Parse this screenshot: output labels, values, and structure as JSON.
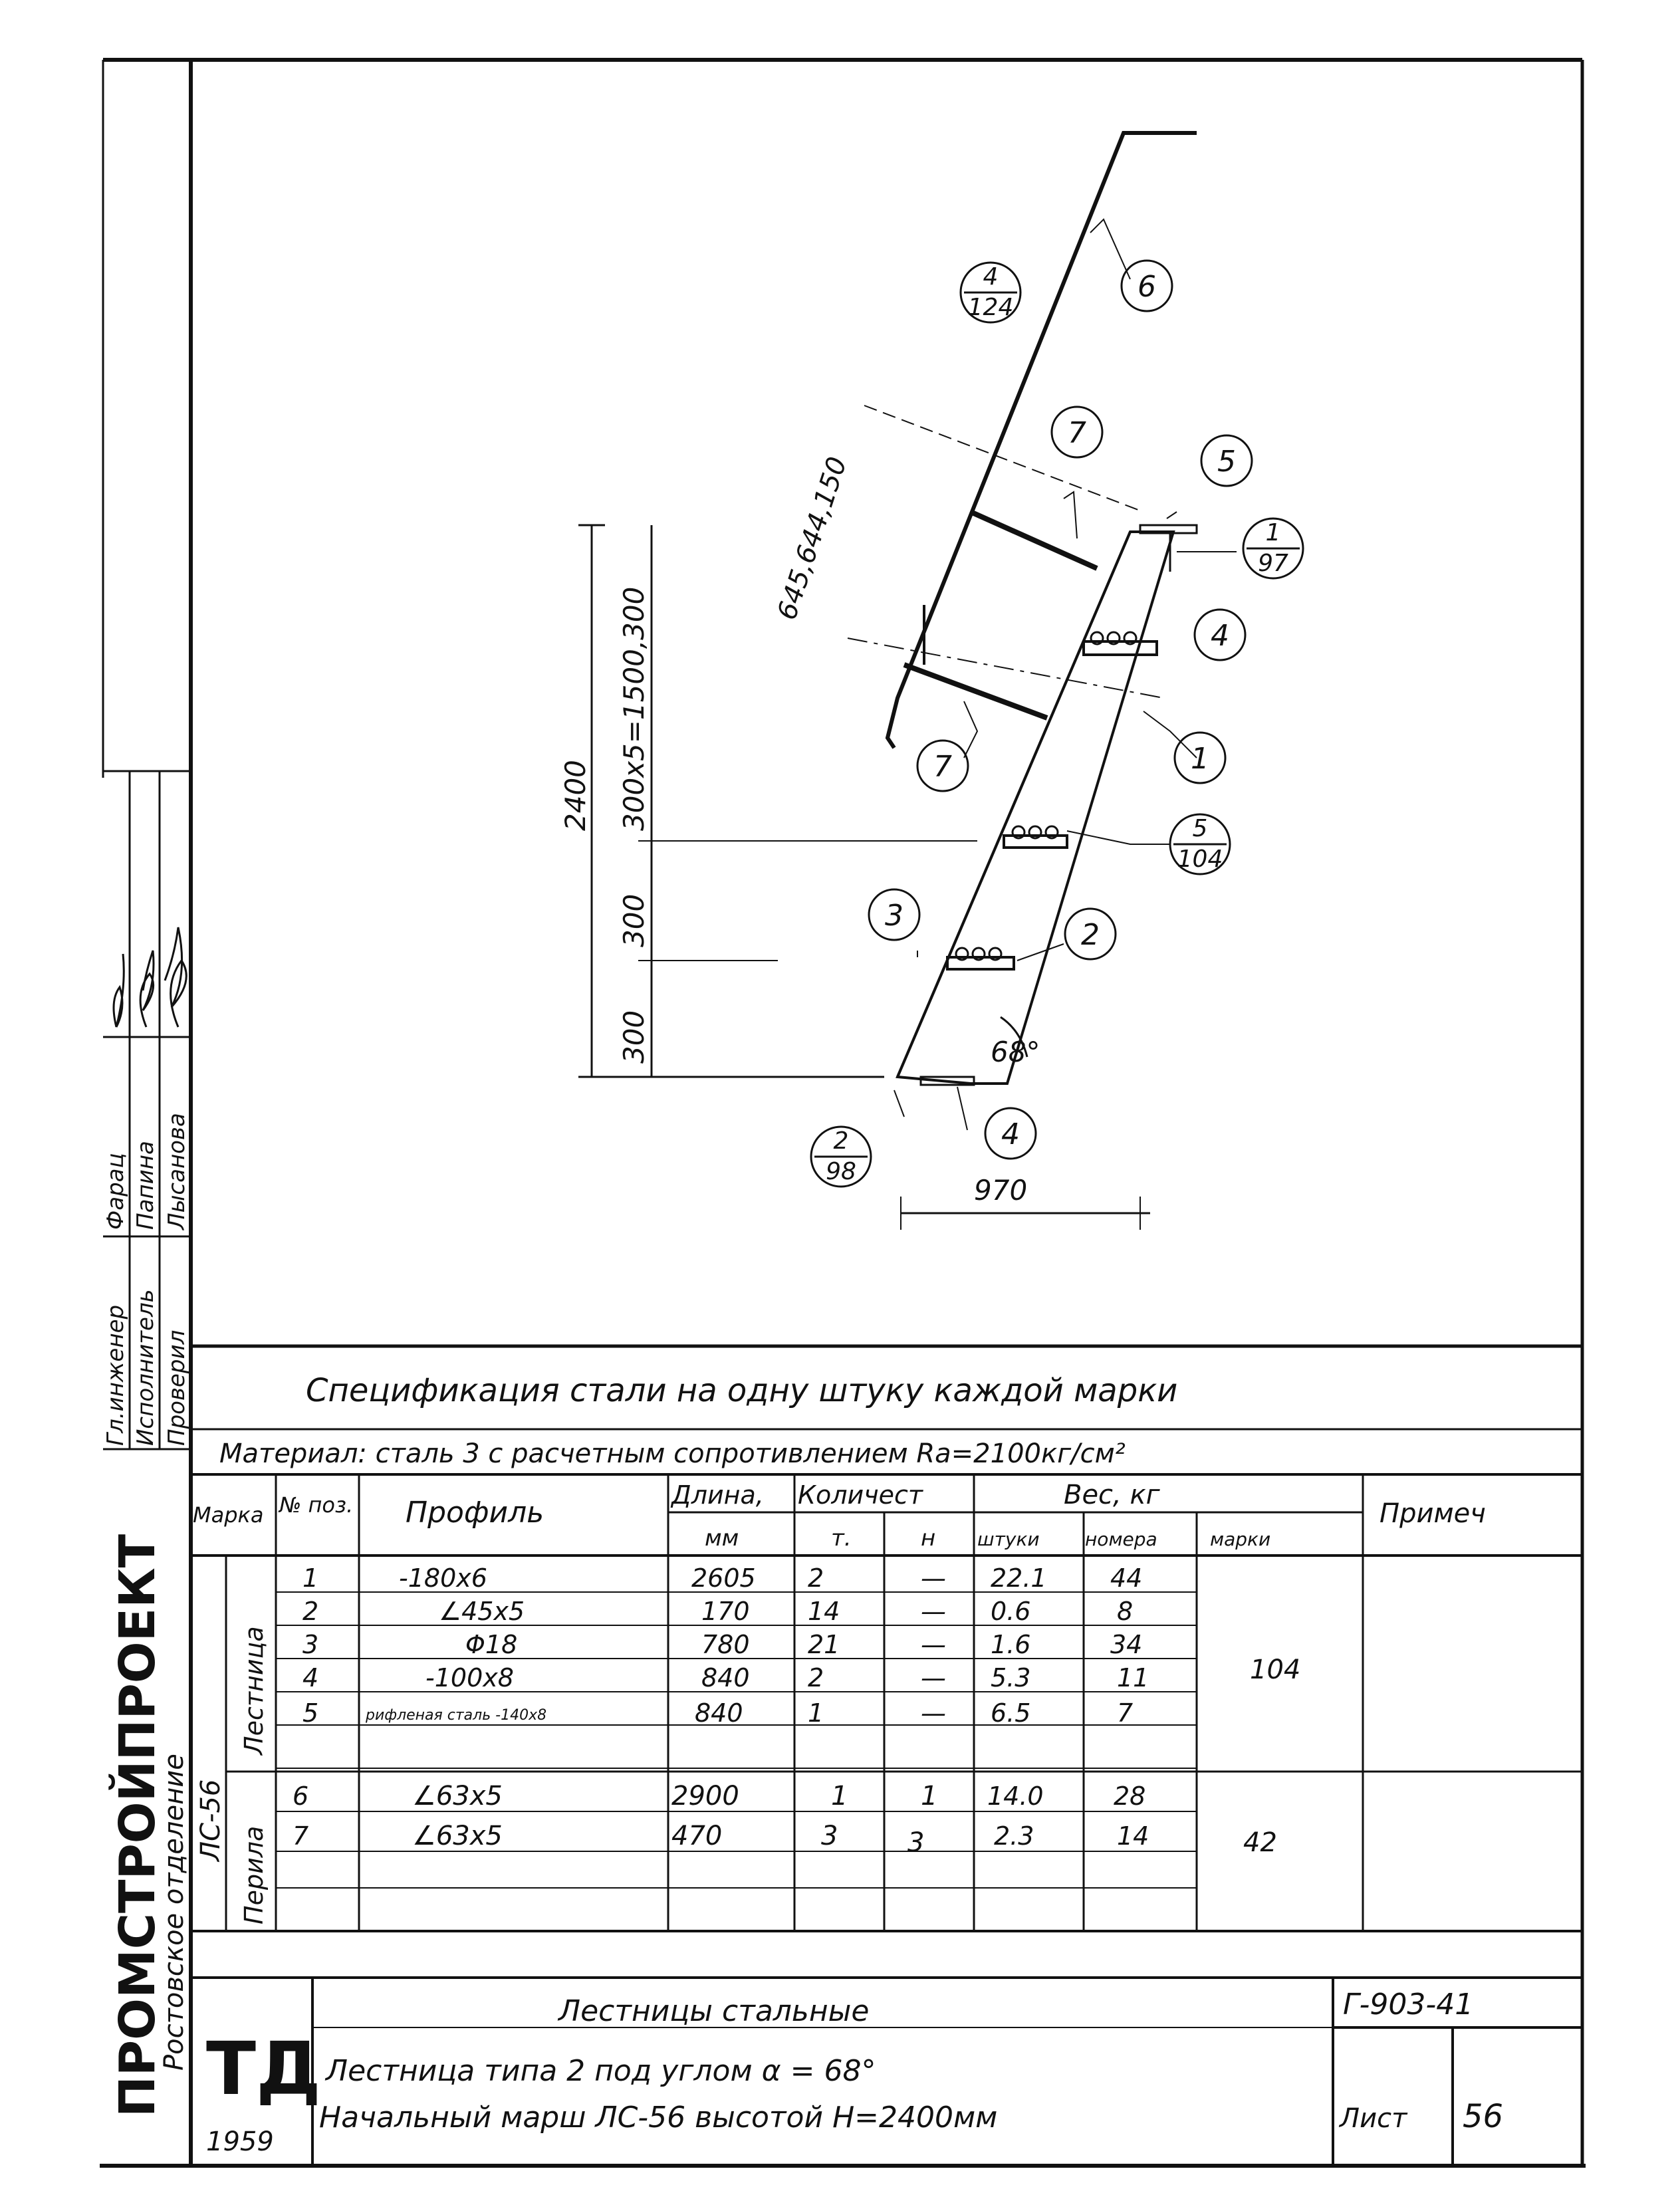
{
  "drawing": {
    "callouts": {
      "c6": "6",
      "c7a": "7",
      "c7b": "7",
      "c5a": "5",
      "c4a": "4",
      "c1": "1",
      "c3": "3",
      "c2": "2",
      "c4b": "4",
      "f_4_124": {
        "num": "4",
        "den": "124"
      },
      "f_1_97": {
        "num": "1",
        "den": "97"
      },
      "f_5_104": {
        "num": "5",
        "den": "104"
      },
      "f_2_98": {
        "num": "2",
        "den": "98"
      }
    },
    "dims": {
      "total_height": "2400",
      "steps": "300x5=1500,300",
      "d300": "300",
      "d800": "300",
      "slope": "645,644,150",
      "angle": "68°",
      "width": "970"
    }
  },
  "spec": {
    "title": "Спецификация стали на одну штуку каждой марки",
    "material": "Материал: сталь 3 с расчетным сопротивлением Rа=2100кг/см²",
    "headers": {
      "mark": "Марка",
      "pos": "№ поз.",
      "profile": "Профиль",
      "length": "Длина,",
      "length_unit": "мм",
      "qty": "Количест",
      "qty_t": "т.",
      "qty_n": "н",
      "weight": "Вес, кг",
      "w_piece": "штуки",
      "w_pos": "номера",
      "w_mark": "марки",
      "note": "Примеч"
    },
    "mark_label": "ЛС-56",
    "group1_label": "Лестница",
    "group2_label": "Перила",
    "group1_rows": [
      {
        "pos": "1",
        "profile": "-180x6",
        "length": "2605",
        "t": "2",
        "n": "—",
        "piece": "22.1",
        "posw": "44"
      },
      {
        "pos": "2",
        "profile": "∠45x5",
        "length": "170",
        "t": "14",
        "n": "—",
        "piece": "0.6",
        "posw": "8"
      },
      {
        "pos": "3",
        "profile": "Φ18",
        "length": "780",
        "t": "21",
        "n": "—",
        "piece": "1.6",
        "posw": "34"
      },
      {
        "pos": "4",
        "profile": "-100x8",
        "length": "840",
        "t": "2",
        "n": "—",
        "piece": "5.3",
        "posw": "11"
      },
      {
        "pos": "5",
        "profile": "рифленая сталь -140x8",
        "length": "840",
        "t": "1",
        "n": "—",
        "piece": "6.5",
        "posw": "7"
      }
    ],
    "group1_mark_weight": "104",
    "group2_rows": [
      {
        "pos": "6",
        "profile": "∠63x5",
        "length": "2900",
        "t": "1",
        "n": "1",
        "piece": "14.0",
        "posw": "28"
      },
      {
        "pos": "7",
        "profile": "∠63x5",
        "length": "470",
        "t": "3",
        "n": "3",
        "piece": "2.3",
        "posw": "14"
      }
    ],
    "group2_mark_weight": "42"
  },
  "side_stamp": {
    "org": "ПРОМСТРОЙПРОЕКТ",
    "branch": "Ростовское отделение",
    "roles": [
      {
        "role": "Гл.инженер",
        "name": "Фарац"
      },
      {
        "role": "Исполнитель",
        "name": "Папина"
      },
      {
        "role": "Проверил",
        "name": "Лысанова"
      }
    ]
  },
  "title_block": {
    "logo": "ТД",
    "year": "1959",
    "title": "Лестницы стальные",
    "line1": "Лестница типа 2 под углом α = 68°",
    "line2": "Начальный марш ЛС-56 высотой Н=2400мм",
    "code": "Г-903-41",
    "sheet_label": "Лист",
    "sheet_no": "56"
  }
}
